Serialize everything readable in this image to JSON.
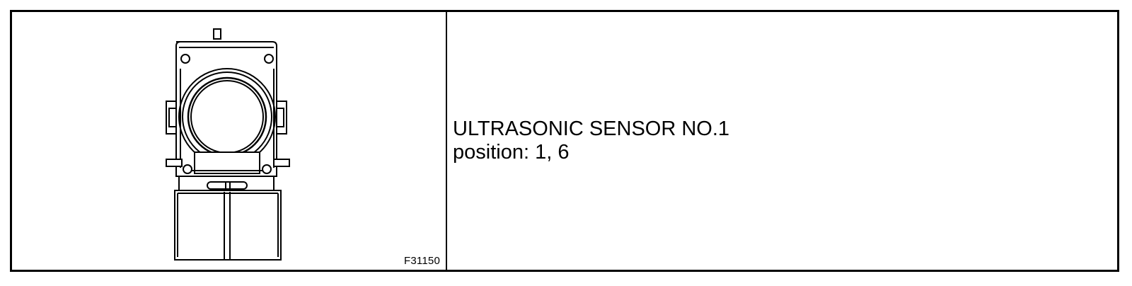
{
  "figure": {
    "code": "F31150",
    "icon": "ultrasonic-sensor-drawing"
  },
  "part": {
    "name": "ULTRASONIC SENSOR NO.1",
    "position": "position: 1, 6"
  }
}
